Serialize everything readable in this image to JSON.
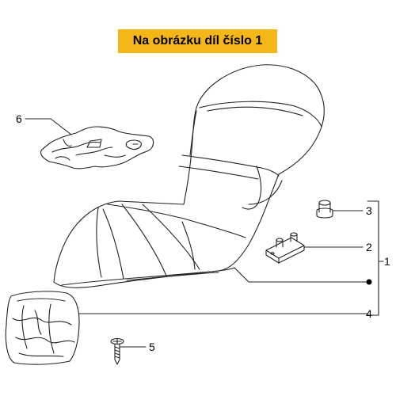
{
  "banner": {
    "text": "Na obrázku díl číslo 1",
    "color": "#f5b617"
  },
  "callouts": {
    "c1": "1",
    "c2": "2",
    "c3": "3",
    "c4": "4",
    "c5": "5",
    "c6": "6"
  },
  "parts": [
    {
      "number": "1",
      "name": "seat"
    },
    {
      "number": "2",
      "name": "hinge-bracket"
    },
    {
      "number": "3",
      "name": "rubber-bumper"
    },
    {
      "number": "4",
      "name": "cover"
    },
    {
      "number": "5",
      "name": "screw"
    },
    {
      "number": "6",
      "name": "undertray-mat"
    }
  ]
}
